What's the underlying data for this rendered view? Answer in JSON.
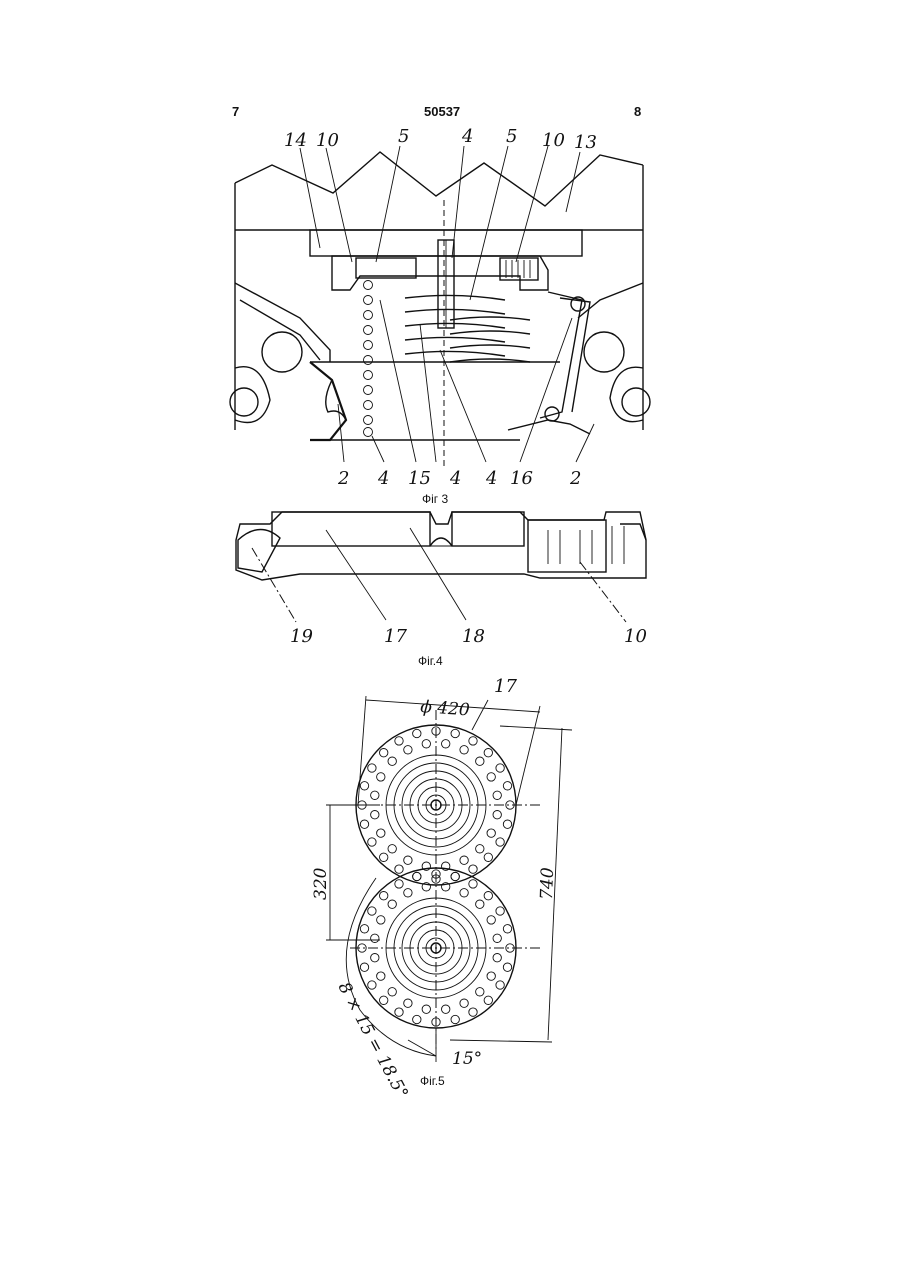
{
  "header": {
    "page_left": "7",
    "patent_number": "50537",
    "page_right": "8"
  },
  "figures": [
    {
      "caption": "Фіг 3",
      "labels": [
        "14",
        "10",
        "5",
        "4",
        "5",
        "10",
        "13",
        "2",
        "4",
        "15",
        "4",
        "4",
        "16",
        "2"
      ]
    },
    {
      "caption": "Фіг.4",
      "labels": [
        "19",
        "17",
        "18",
        "10"
      ]
    },
    {
      "caption": "Фіг.5",
      "labels": [
        "17"
      ],
      "dimensions": {
        "diameter": "ϕ 420",
        "center_distance": "320",
        "overall_length": "740",
        "angle_formula": "8 × 15 = 18.5°",
        "angle": "15°"
      }
    }
  ]
}
